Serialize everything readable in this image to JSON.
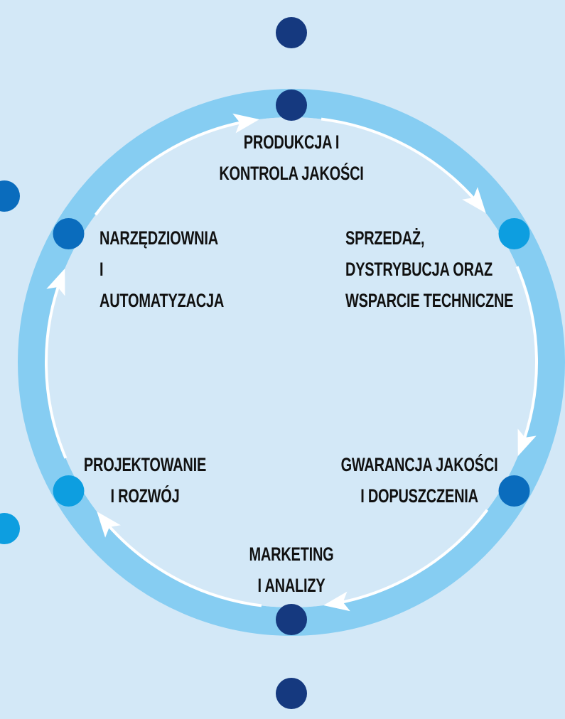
{
  "colors": {
    "background": "#d3e8f7",
    "ring": "#86cdf2",
    "arrow": "#ffffff",
    "node_dark": "#15397f",
    "node_mid": "#0a6cbd",
    "node_light": "#0d9ee0",
    "text": "#111111"
  },
  "stages": [
    {
      "id": "produkcja",
      "lines": [
        "PRODUKCJA I",
        "KONTROLA JAKOŚCI"
      ],
      "node_color": "node_dark"
    },
    {
      "id": "sprzedaz",
      "lines": [
        "SPRZEDAŻ,",
        "DYSTRYBUCJA ORAZ",
        "WSPARCIE TECHNICZNE"
      ],
      "node_color": "node_light"
    },
    {
      "id": "gwarancja",
      "lines": [
        "GWARANCJA JAKOŚCI",
        "I DOPUSZCZENIA"
      ],
      "node_color": "node_mid"
    },
    {
      "id": "marketing",
      "lines": [
        "MARKETING",
        "I ANALIZY"
      ],
      "node_color": "node_dark"
    },
    {
      "id": "projektowanie",
      "lines": [
        "PROJEKTOWANIE",
        "I ROZWÓJ"
      ],
      "node_color": "node_light"
    },
    {
      "id": "narzedziownia",
      "lines": [
        "NARZĘDZIOWNIA",
        "I",
        "AUTOMATYZACJA"
      ],
      "node_color": "node_mid"
    }
  ],
  "flow_direction": "clockwise"
}
